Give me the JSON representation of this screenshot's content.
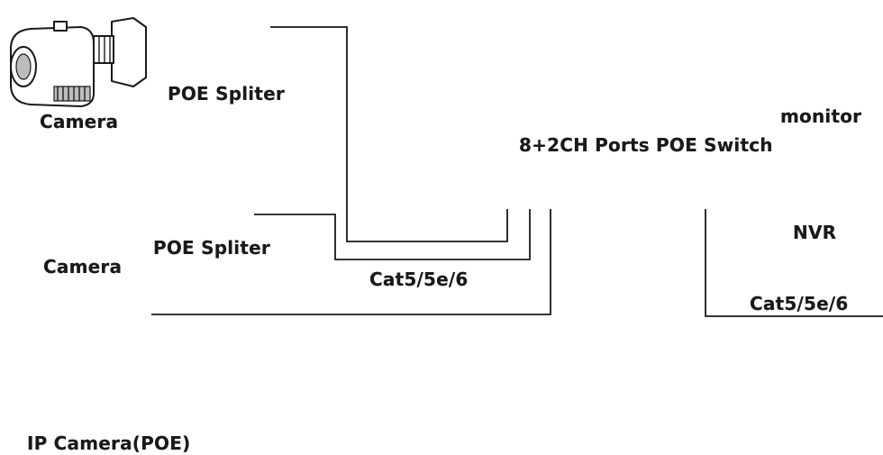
{
  "labels": {
    "camera_1": "Camera",
    "poe_splitter_1": "POE Spliter",
    "camera_2": "Camera",
    "poe_splitter_2": "POE Spliter",
    "ip_camera": "IP Camera(POE)",
    "switch": "8+2CH Ports POE Switch",
    "cable_left": "Cat5/5e/6",
    "cable_right": "Cat5/5e/6",
    "monitor": "monitor",
    "nvr": "NVR"
  },
  "icons": {
    "camera_1": "bullet-camera-icon",
    "camera_2": "box-camera-icon",
    "ip_camera": "dome-camera-icon",
    "splitter_1": "poe-splitter-icon",
    "splitter_2": "poe-splitter-cable-icon",
    "switch": "network-switch-icon",
    "monitor": "monitor-icon",
    "nvr": "nvr-box-icon"
  },
  "colors": {
    "line": "#1a1a1a",
    "shade": "#bdbdbd",
    "background": "#ffffff"
  }
}
